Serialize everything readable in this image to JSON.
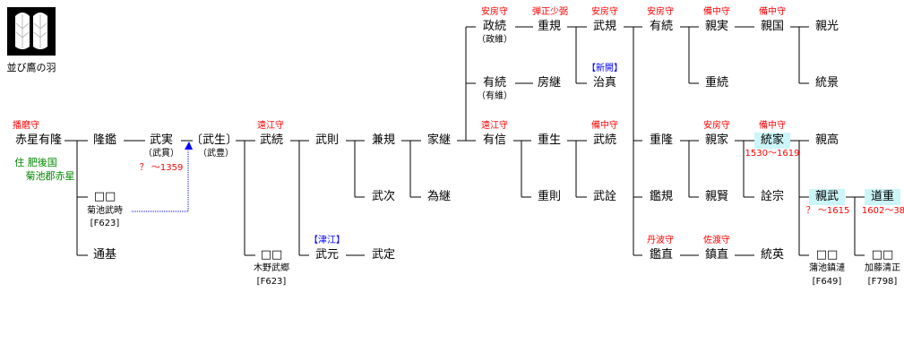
{
  "crest": {
    "caption": "並び鷹の羽"
  },
  "residence": [
    "住 肥後国",
    "菊池郡赤星"
  ],
  "nodes": [
    "赤星有隆",
    "隆鑑",
    "□□",
    "通基",
    "武実",
    "〔武生〕",
    "武続",
    "□□",
    "武則",
    "武元",
    "武定",
    "兼規",
    "武次",
    "家継",
    "為継",
    "政続",
    "有続",
    "有信",
    "重規",
    "房継",
    "重生",
    "重則",
    "武規",
    "治真",
    "武続",
    "武詮",
    "有続",
    "重隆",
    "鑑規",
    "鑑直",
    "親実",
    "重続",
    "親家",
    "親賢",
    "鎮直",
    "親国",
    "統家",
    "詮宗",
    "統英",
    "親光",
    "統景",
    "親高",
    "親武",
    "□□",
    "道重",
    "□□"
  ],
  "titles": {
    "n0": "播磨守",
    "n6": "遠江守",
    "n15": "安房守",
    "n17": "遠江守",
    "n18": "弾正少弼",
    "n22": "安房守",
    "n24": "備中守",
    "n26": "安房守",
    "n29": "丹波守",
    "n30": "備中守",
    "n32": "安房守",
    "n34": "佐渡守",
    "n35": "備中守",
    "n36": "備中守"
  },
  "branches": {
    "n9": "【津江】",
    "n23": "【新開】"
  },
  "aliases": {
    "n4": "（武貫）",
    "n5": "（武豊）",
    "n15": "（政維）",
    "n16": "（有維）"
  },
  "dates": {
    "n4": "？ ～1359",
    "n36": "1530～1619",
    "n42": "？ ～1615",
    "n44": "1602～38"
  },
  "refs": {
    "n2": {
      "name": "菊池武時",
      "code": "[F623]"
    },
    "n7": {
      "name": "木野武郷",
      "code": "[F623]"
    },
    "n43": {
      "name": "蒲池鎮漣",
      "code": "[F649]"
    },
    "n45": {
      "name": "加藤清正",
      "code": "[F798]"
    }
  },
  "colors": {
    "title": "#ff0000",
    "branch": "#0000ff",
    "residence": "#008000",
    "highlight": "#ccf5f8",
    "link": "#0000ff"
  }
}
